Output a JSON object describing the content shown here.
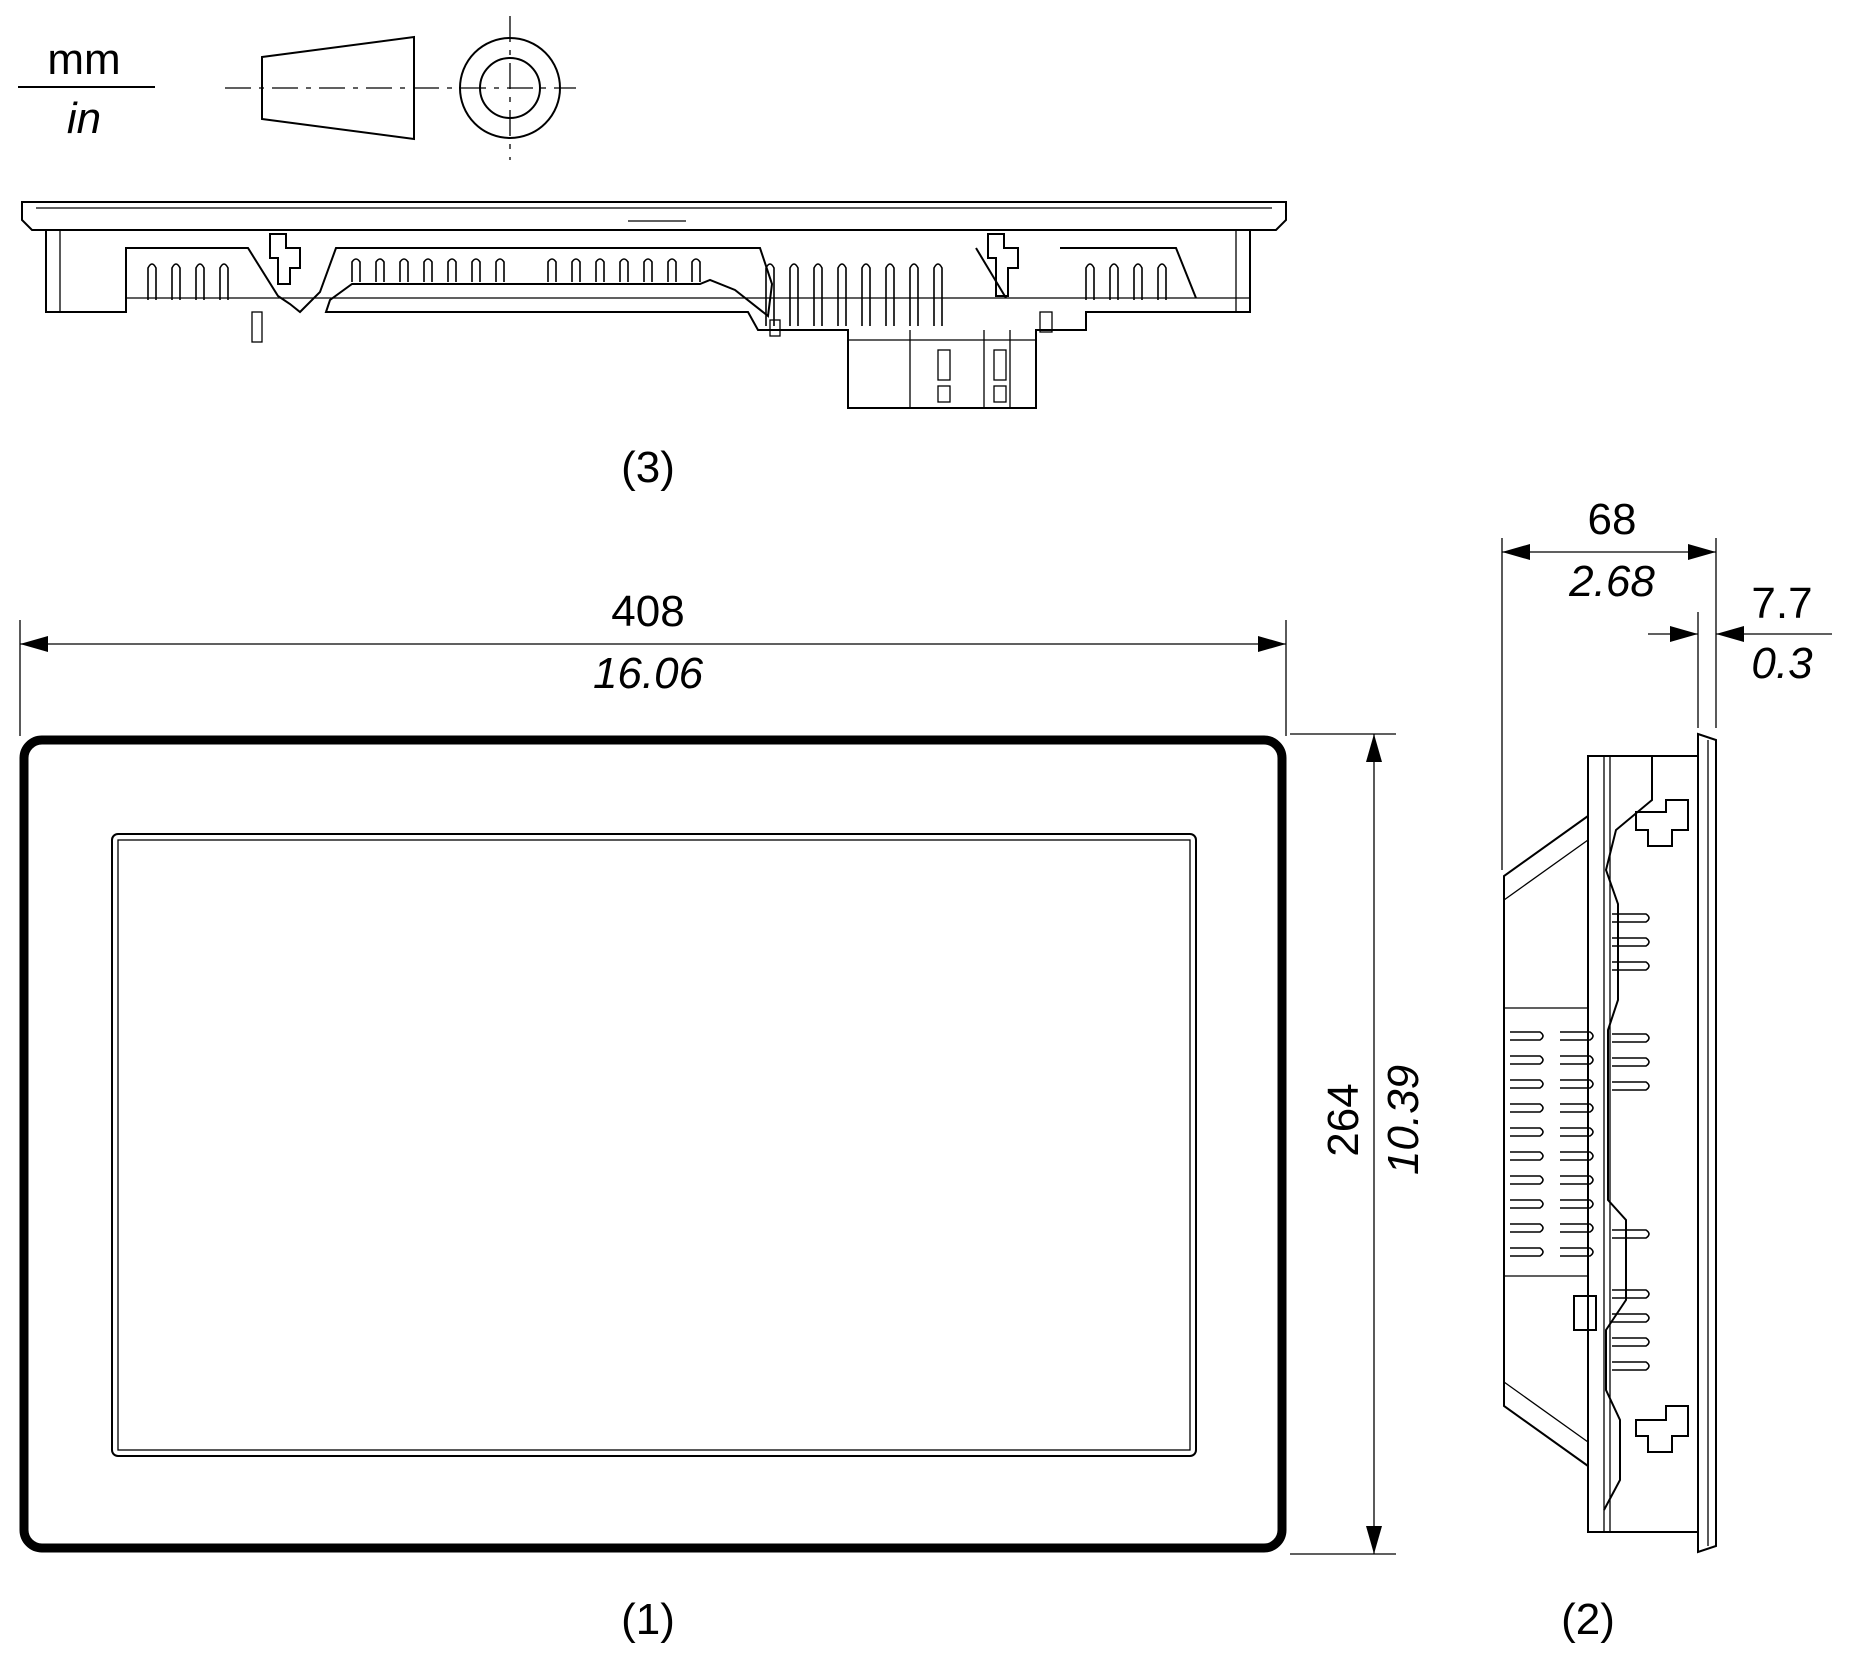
{
  "units": {
    "top": "mm",
    "bottom": "in"
  },
  "views": {
    "front": {
      "label": "(1)"
    },
    "side": {
      "label": "(2)"
    },
    "bottom": {
      "label": "(3)"
    }
  },
  "dimensions": {
    "width": {
      "mm": "408",
      "in": "16.06"
    },
    "height": {
      "mm": "264",
      "in": "10.39"
    },
    "depth": {
      "mm": "68",
      "in": "2.68"
    },
    "bezel": {
      "mm": "7.7",
      "in": "0.3"
    }
  },
  "icons": {
    "projection": "first-angle-projection-icon"
  }
}
